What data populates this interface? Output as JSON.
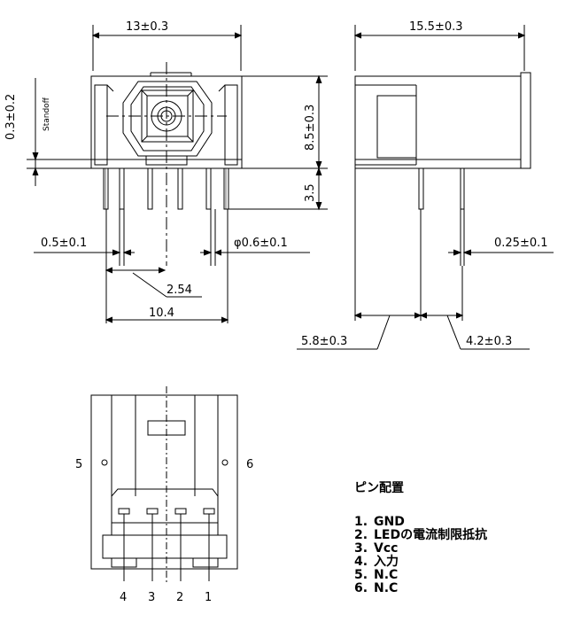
{
  "dimensions": {
    "front_width": "13±0.3",
    "side_depth": "15.5±0.3",
    "standoff_height": "0.3±0.2",
    "standoff_label": "Standoff",
    "body_height": "8.5±0.3",
    "pin_length": "3.5",
    "pin_width": "0.5±0.1",
    "pin_diameter": "φ0.6±0.1",
    "pin_pitch": "2.54",
    "pin_span": "10.4",
    "side_pin_width": "0.25±0.1",
    "side_offset_front": "5.8±0.3",
    "side_offset_rear": "4.2±0.3"
  },
  "bottom_view": {
    "side_pin_labels": [
      "5",
      "6"
    ],
    "pin_labels": [
      "4",
      "3",
      "2",
      "1"
    ]
  },
  "pin_assignment": {
    "title": "ピン配置",
    "items": [
      {
        "num": "1.",
        "name": "GND"
      },
      {
        "num": "2.",
        "name": "LEDの電流制限抵抗"
      },
      {
        "num": "3.",
        "name": "Vcc"
      },
      {
        "num": "4.",
        "name": "入力"
      },
      {
        "num": "5.",
        "name": "N.C"
      },
      {
        "num": "6.",
        "name": "N.C"
      }
    ]
  },
  "colors": {
    "line": "#000000",
    "background": "#ffffff"
  }
}
